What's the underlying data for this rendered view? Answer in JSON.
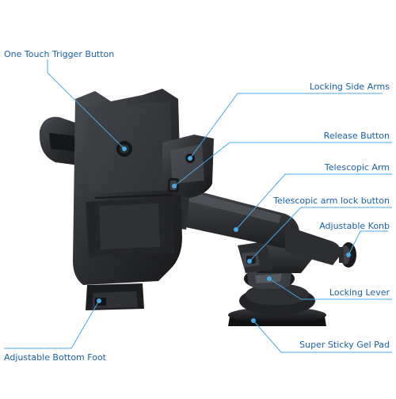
{
  "colors": {
    "callout_line": "#4aa8e8",
    "label_text": "#1a5fa8",
    "device_body": "#2b2d30",
    "device_highlight": "#4a4d52",
    "device_shadow": "#131416"
  },
  "labels": {
    "one_touch_trigger": "One Touch Trigger Button",
    "locking_side_arms": "Locking Side Arms",
    "release_button": "Release Button",
    "telescopic_arm": "Telescopic Arm",
    "telescopic_arm_lock": "Telescopic arm lock button",
    "adjustable_knob": "Adjustable Konb",
    "locking_lever": "Locking Lever",
    "gel_pad": "Super Sticky Gel Pad",
    "bottom_foot": "Adjustable Bottom Foot"
  }
}
